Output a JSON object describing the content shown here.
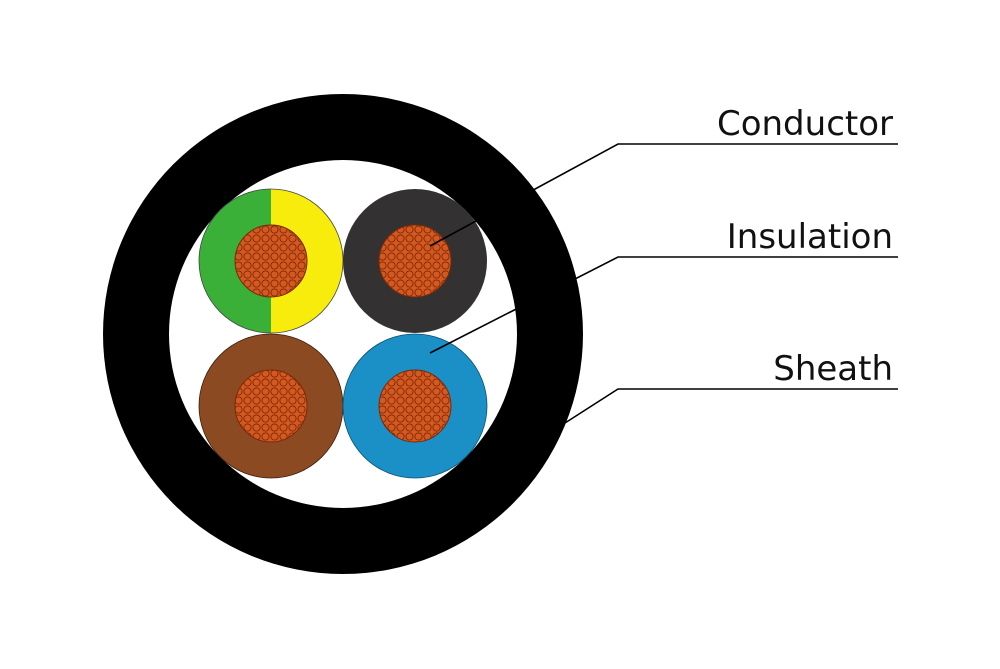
{
  "labels": {
    "conductor": "Conductor",
    "insulation": "Insulation",
    "sheath": "Sheath"
  },
  "colors": {
    "background": "#ffffff",
    "sheath": "#000000",
    "sheath_inner": "#ffffff",
    "conductor_fill": "#d4581f",
    "conductor_strand": "#7a2a08",
    "earth_green": "#3ab038",
    "earth_yellow": "#f8ec0c",
    "core_black": "#333131",
    "core_brown": "#8b4a22",
    "core_blue": "#1b90c6",
    "leader_line": "#000000"
  },
  "cores": [
    {
      "name": "earth",
      "insulation_colors": [
        "earth_green",
        "earth_yellow"
      ]
    },
    {
      "name": "black",
      "insulation_colors": [
        "core_black"
      ]
    },
    {
      "name": "brown",
      "insulation_colors": [
        "core_brown"
      ]
    },
    {
      "name": "blue",
      "insulation_colors": [
        "core_blue"
      ]
    }
  ]
}
